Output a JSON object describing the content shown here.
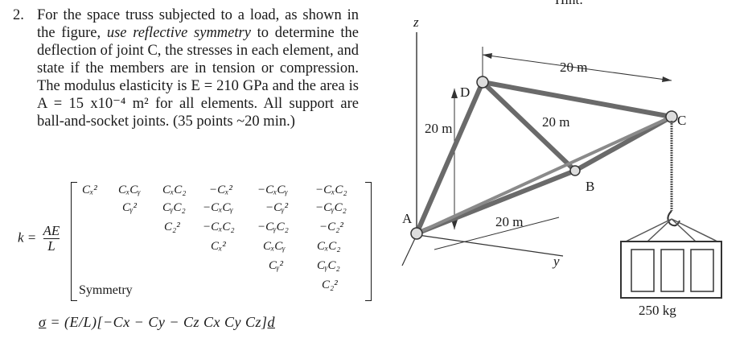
{
  "problem": {
    "number": "2.",
    "text_before": "For the space truss subjected to a load, as shown in the figure,",
    "emphasis": "use reflective symmetry",
    "text_after": "to determine the deflection of joint C, the stresses in each element, and state if the members are in tension or compression. The modulus elasticity is E = 210 GPa and the area is A = 15 x10⁻⁴ m² for all elements. All support are ball-and-socket joints. (35 points ~20 min.)"
  },
  "matrix": {
    "k_lhs": "k =",
    "k_num": "AE",
    "k_den": "L",
    "rows": [
      [
        "Cₓ²",
        "CₓCᵧ",
        "CₓC₂",
        "−Cₓ²",
        "−CₓCᵧ",
        "−CₓC₂"
      ],
      [
        "Cᵧ²",
        "CᵧC₂",
        "−CₓCᵧ",
        "−Cᵧ²",
        "−CᵧC₂"
      ],
      [
        "C₂²",
        "−CₓC₂",
        "−CᵧC₂",
        "−C₂²"
      ],
      [
        "Cₓ²",
        "CₓCᵧ",
        "CₓC₂"
      ],
      [
        "Cᵧ²",
        "CᵧC₂"
      ],
      [
        "C₂²"
      ]
    ],
    "symmetry_label": "Symmetry"
  },
  "stress_formula": {
    "lhs": "σ",
    "rhs": " = (E/L)[−Cx − Cy − Cz   Cx   Cy   Cz]",
    "d": "d"
  },
  "figure": {
    "hint": "Hint:",
    "axis_z": "z",
    "axis_y": "y",
    "joint_a": "A",
    "joint_b": "B",
    "joint_c": "C",
    "joint_d": "D",
    "dim_top": "20 m",
    "dim_left": "20 m",
    "dim_mid": "20 m",
    "dim_bottom": "20 m",
    "load": "250 kg"
  }
}
